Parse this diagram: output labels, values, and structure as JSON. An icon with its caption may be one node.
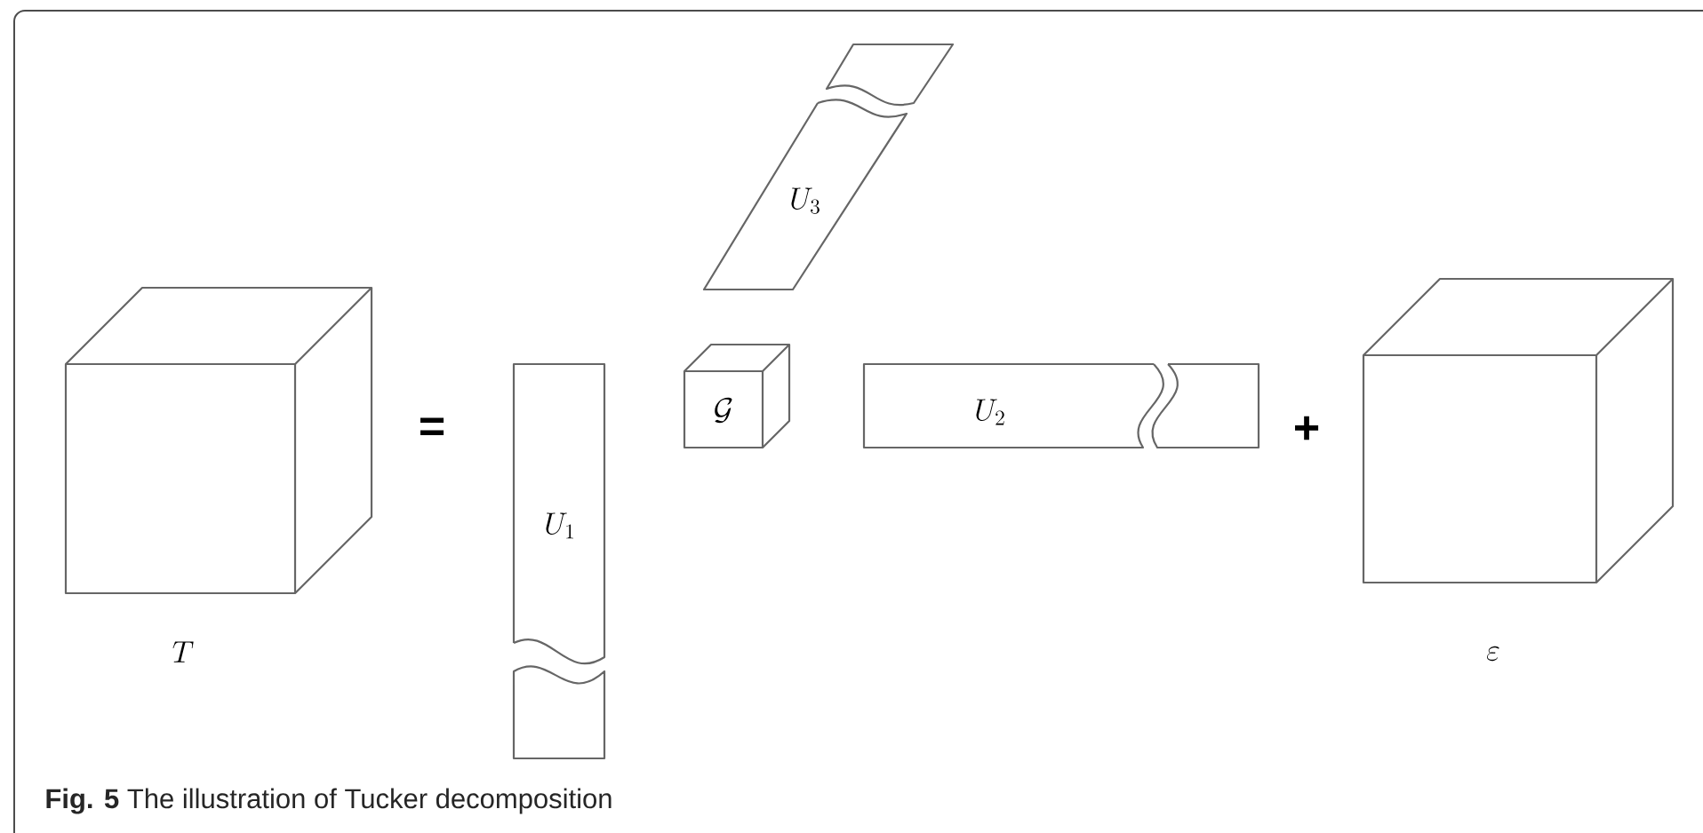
{
  "diagram": {
    "caption": "**Fig. 5** The illustration of Tucker decomposition",
    "nodes": [
      {
        "text": [
          "T"
        ]
      },
      {
        "text": [
          "U_1"
        ]
      },
      {
        "text": [
          "\\mathcal{G}"
        ]
      },
      {
        "text": [
          "U_3"
        ]
      },
      {
        "text": [
          "U_2"
        ]
      },
      {
        "text": [
          "\\varepsilon"
        ]
      }
    ],
    "labels": [
      "=",
      "+"
    ]
  }
}
